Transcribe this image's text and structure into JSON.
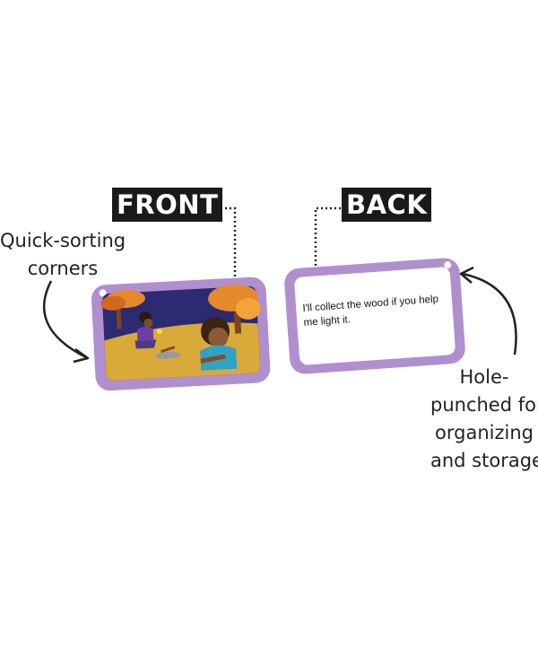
{
  "labels": {
    "front": "FRONT",
    "back": "BACK"
  },
  "callouts": {
    "corners": [
      "Quick-sorting",
      "corners"
    ],
    "hole": [
      "Hole-",
      "punched for",
      "organizing",
      "and storage"
    ]
  },
  "back_card": {
    "text": "I'll collect the wood if you help me light it."
  },
  "colors": {
    "card_border": "#b08fcf",
    "label_bg": "#1a1a1a",
    "night_sky": "#2c2a73",
    "ground": "#d9a93a"
  }
}
